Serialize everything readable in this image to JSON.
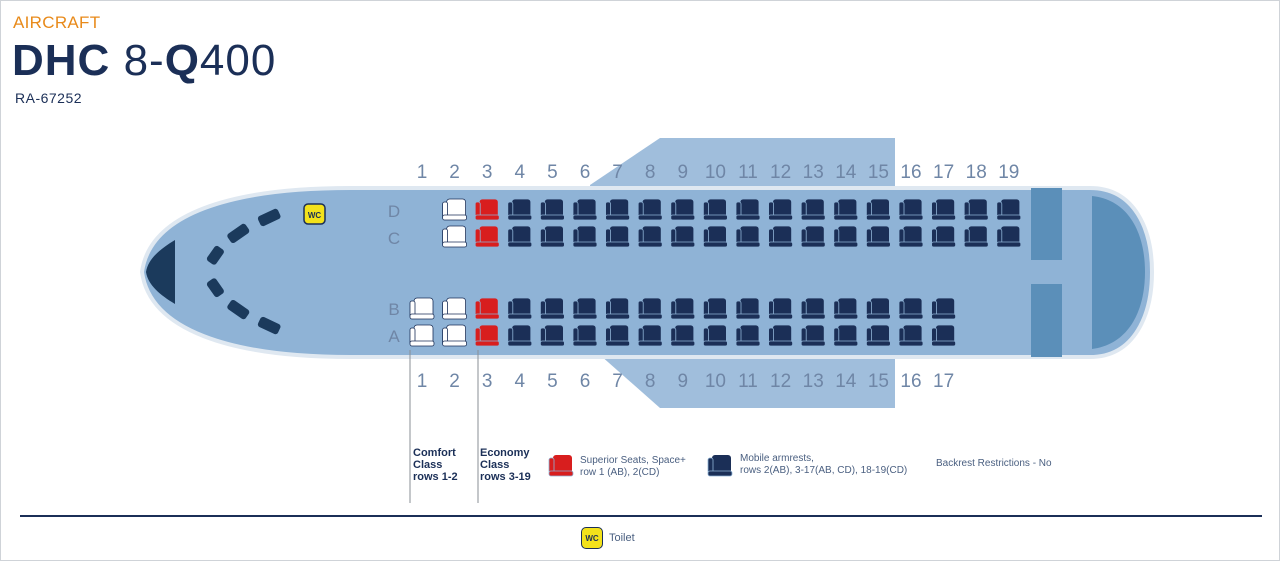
{
  "header": {
    "category": "AIRCRAFT",
    "model_a": "DHC",
    "model_b": "8-",
    "model_c": "Q",
    "model_d": "400",
    "registration": "RA-67252"
  },
  "colors": {
    "fuselage": "#8fb3d6",
    "fuselage_outline": "#dfe8f1",
    "dark_section": "#5b8fb9",
    "navy": "#1b2f57",
    "comfort_seat": "#ffffff",
    "superior_seat": "#d81e1e",
    "toilet": "#f3e21b",
    "orange": "#e88a1a"
  },
  "seat_map": {
    "top_row_numbers": [
      "1",
      "2",
      "3",
      "4",
      "5",
      "6",
      "7",
      "8",
      "9",
      "10",
      "11",
      "12",
      "13",
      "14",
      "15",
      "16",
      "17",
      "18",
      "19"
    ],
    "bottom_row_numbers": [
      "1",
      "2",
      "3",
      "4",
      "5",
      "6",
      "7",
      "8",
      "9",
      "10",
      "11",
      "12",
      "13",
      "14",
      "15",
      "16",
      "17"
    ],
    "side_letters_top": [
      "D",
      "C"
    ],
    "side_letters_bottom": [
      "B",
      "A"
    ],
    "cd_rows": [
      {
        "row": 2,
        "class": "comfort"
      },
      {
        "row": 3,
        "class": "superior"
      },
      {
        "row": 4,
        "class": "economy"
      },
      {
        "row": 5,
        "class": "economy"
      },
      {
        "row": 6,
        "class": "economy"
      },
      {
        "row": 7,
        "class": "economy"
      },
      {
        "row": 8,
        "class": "economy"
      },
      {
        "row": 9,
        "class": "economy"
      },
      {
        "row": 10,
        "class": "economy"
      },
      {
        "row": 11,
        "class": "economy"
      },
      {
        "row": 12,
        "class": "economy"
      },
      {
        "row": 13,
        "class": "economy"
      },
      {
        "row": 14,
        "class": "economy"
      },
      {
        "row": 15,
        "class": "economy"
      },
      {
        "row": 16,
        "class": "economy"
      },
      {
        "row": 17,
        "class": "economy"
      },
      {
        "row": 18,
        "class": "economy"
      },
      {
        "row": 19,
        "class": "economy"
      }
    ],
    "ab_rows": [
      {
        "row": 1,
        "class": "comfort"
      },
      {
        "row": 2,
        "class": "comfort"
      },
      {
        "row": 3,
        "class": "superior"
      },
      {
        "row": 4,
        "class": "economy"
      },
      {
        "row": 5,
        "class": "economy"
      },
      {
        "row": 6,
        "class": "economy"
      },
      {
        "row": 7,
        "class": "economy"
      },
      {
        "row": 8,
        "class": "economy"
      },
      {
        "row": 9,
        "class": "economy"
      },
      {
        "row": 10,
        "class": "economy"
      },
      {
        "row": 11,
        "class": "economy"
      },
      {
        "row": 12,
        "class": "economy"
      },
      {
        "row": 13,
        "class": "economy"
      },
      {
        "row": 14,
        "class": "economy"
      },
      {
        "row": 15,
        "class": "economy"
      },
      {
        "row": 16,
        "class": "economy"
      },
      {
        "row": 17,
        "class": "economy"
      }
    ],
    "toilet_label": "WC"
  },
  "legend": {
    "comfort_l1": "Comfort",
    "comfort_l2": "Class",
    "comfort_l3": "rows 1-2",
    "economy_l1": "Economy",
    "economy_l2": "Class",
    "economy_l3": "rows 3-19",
    "superior_l1": "Superior Seats, Space+",
    "superior_l2": "row 1 (AB), 2(CD)",
    "mobile_l1": "Mobile armrests,",
    "mobile_l2": "rows 2(AB), 3-17(AB, CD), 18-19(CD)",
    "backrest": "Backrest Restrictions - No",
    "toilet_icon": "WC",
    "toilet": "Toilet"
  }
}
